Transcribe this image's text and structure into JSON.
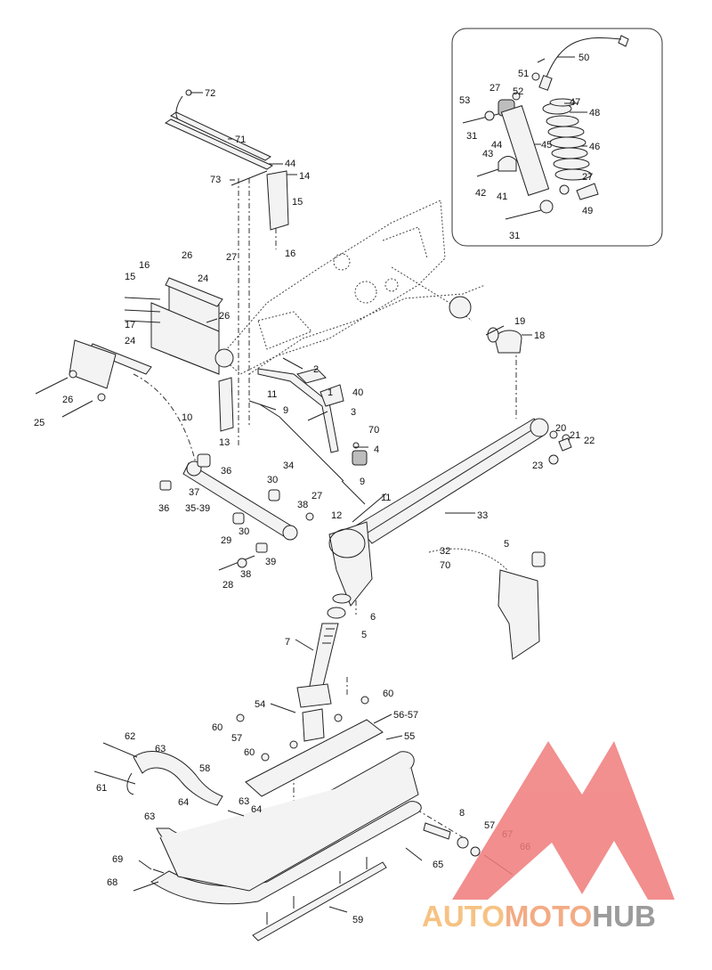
{
  "callouts": [
    {
      "id": "c72",
      "text": "72"
    },
    {
      "id": "c71",
      "text": "71"
    },
    {
      "id": "c44a",
      "text": "44"
    },
    {
      "id": "c73",
      "text": "73"
    },
    {
      "id": "c14",
      "text": "14"
    },
    {
      "id": "c15a",
      "text": "15"
    },
    {
      "id": "c16a",
      "text": "16"
    },
    {
      "id": "c26a",
      "text": "26"
    },
    {
      "id": "c27a",
      "text": "27"
    },
    {
      "id": "c16b",
      "text": "16"
    },
    {
      "id": "c24a",
      "text": "24"
    },
    {
      "id": "c15b",
      "text": "15"
    },
    {
      "id": "c26b",
      "text": "26"
    },
    {
      "id": "c17",
      "text": "17"
    },
    {
      "id": "c24b",
      "text": "24"
    },
    {
      "id": "c26c",
      "text": "26"
    },
    {
      "id": "c25",
      "text": "25"
    },
    {
      "id": "c10",
      "text": "10"
    },
    {
      "id": "c13",
      "text": "13"
    },
    {
      "id": "c2",
      "text": "2"
    },
    {
      "id": "c11a",
      "text": "11"
    },
    {
      "id": "c1",
      "text": "1"
    },
    {
      "id": "c40",
      "text": "40"
    },
    {
      "id": "c9a",
      "text": "9"
    },
    {
      "id": "c3",
      "text": "3"
    },
    {
      "id": "c70a",
      "text": "70"
    },
    {
      "id": "c4",
      "text": "4"
    },
    {
      "id": "c34",
      "text": "34"
    },
    {
      "id": "c9b",
      "text": "9"
    },
    {
      "id": "c11b",
      "text": "11"
    },
    {
      "id": "c36a",
      "text": "36"
    },
    {
      "id": "c37",
      "text": "37"
    },
    {
      "id": "c36b",
      "text": "36"
    },
    {
      "id": "c35_39",
      "text": "35-39"
    },
    {
      "id": "c30a",
      "text": "30"
    },
    {
      "id": "c38a",
      "text": "38"
    },
    {
      "id": "c27b",
      "text": "27"
    },
    {
      "id": "c29",
      "text": "29"
    },
    {
      "id": "c30b",
      "text": "30"
    },
    {
      "id": "c39",
      "text": "39"
    },
    {
      "id": "c28",
      "text": "28"
    },
    {
      "id": "c38b",
      "text": "38"
    },
    {
      "id": "c12",
      "text": "12"
    },
    {
      "id": "c33",
      "text": "33"
    },
    {
      "id": "c32",
      "text": "32"
    },
    {
      "id": "c70b",
      "text": "70"
    },
    {
      "id": "c5a",
      "text": "5"
    },
    {
      "id": "c6",
      "text": "6"
    },
    {
      "id": "c5b",
      "text": "5"
    },
    {
      "id": "c7",
      "text": "7"
    },
    {
      "id": "c19",
      "text": "19"
    },
    {
      "id": "c18",
      "text": "18"
    },
    {
      "id": "c20",
      "text": "20"
    },
    {
      "id": "c21",
      "text": "21"
    },
    {
      "id": "c22",
      "text": "22"
    },
    {
      "id": "c23",
      "text": "23"
    },
    {
      "id": "c54",
      "text": "54"
    },
    {
      "id": "c60a",
      "text": "60"
    },
    {
      "id": "c60b",
      "text": "60"
    },
    {
      "id": "c57a",
      "text": "57"
    },
    {
      "id": "c56_57",
      "text": "56-57"
    },
    {
      "id": "c55",
      "text": "55"
    },
    {
      "id": "c60c",
      "text": "60"
    },
    {
      "id": "c62",
      "text": "62"
    },
    {
      "id": "c63a",
      "text": "63"
    },
    {
      "id": "c58",
      "text": "58"
    },
    {
      "id": "c61",
      "text": "61"
    },
    {
      "id": "c63b",
      "text": "63"
    },
    {
      "id": "c64a",
      "text": "64"
    },
    {
      "id": "c64b",
      "text": "64"
    },
    {
      "id": "c63c",
      "text": "63"
    },
    {
      "id": "c8",
      "text": "8"
    },
    {
      "id": "c57b",
      "text": "57"
    },
    {
      "id": "c67",
      "text": "67"
    },
    {
      "id": "c66",
      "text": "66"
    },
    {
      "id": "c69",
      "text": "69"
    },
    {
      "id": "c65",
      "text": "65"
    },
    {
      "id": "c68",
      "text": "68"
    },
    {
      "id": "c59",
      "text": "59"
    },
    {
      "id": "c50",
      "text": "50"
    },
    {
      "id": "c51",
      "text": "51"
    },
    {
      "id": "c27c",
      "text": "27"
    },
    {
      "id": "c52",
      "text": "52"
    },
    {
      "id": "c53",
      "text": "53"
    },
    {
      "id": "c47",
      "text": "47"
    },
    {
      "id": "c48",
      "text": "48"
    },
    {
      "id": "c31a",
      "text": "31"
    },
    {
      "id": "c44b",
      "text": "44"
    },
    {
      "id": "c45",
      "text": "45"
    },
    {
      "id": "c46",
      "text": "46"
    },
    {
      "id": "c43",
      "text": "43"
    },
    {
      "id": "c27d",
      "text": "27"
    },
    {
      "id": "c42",
      "text": "42"
    },
    {
      "id": "c41",
      "text": "41"
    },
    {
      "id": "c49",
      "text": "49"
    },
    {
      "id": "c31b",
      "text": "31"
    }
  ],
  "watermark": {
    "part1": "AUTO",
    "part2": "MOTO",
    "part3": "HUB",
    "color_light": "#f5b86e",
    "color_mid": "#f29d6f",
    "color_dark": "#8a8a8a",
    "triangle_color": "#f07b7b"
  }
}
